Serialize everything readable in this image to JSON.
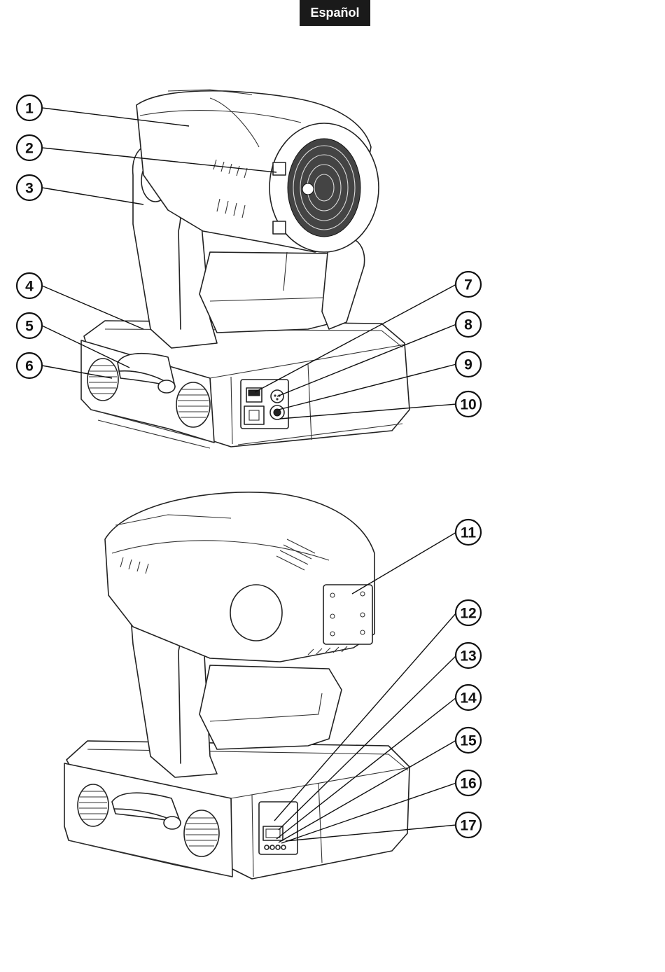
{
  "header": {
    "language_label": "Español"
  },
  "callouts": {
    "c1": "1",
    "c2": "2",
    "c3": "3",
    "c4": "4",
    "c5": "5",
    "c6": "6",
    "c7": "7",
    "c8": "8",
    "c9": "9",
    "c10": "10",
    "c11": "11",
    "c12": "12",
    "c13": "13",
    "c14": "14",
    "c15": "15",
    "c16": "16",
    "c17": "17"
  }
}
